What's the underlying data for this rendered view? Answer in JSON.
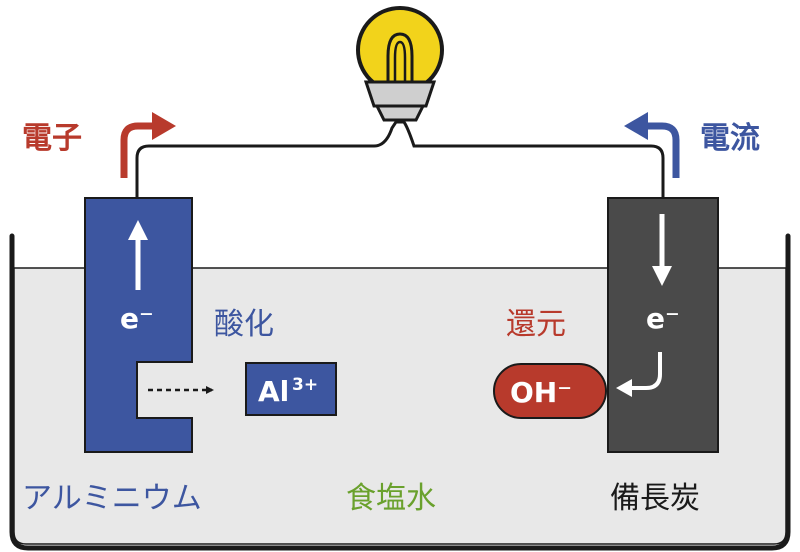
{
  "labels": {
    "electron_flow": "電子",
    "current_flow": "電流",
    "electron_left": "e⁻",
    "electron_right": "e⁻",
    "oxidation": "酸化",
    "reduction": "還元",
    "ion_al": "Al",
    "ion_al_charge": "3+",
    "ion_oh": "OH⁻",
    "aluminum": "アルミニウム",
    "salt_water": "食塩水",
    "charcoal": "備長炭"
  },
  "colors": {
    "red": "#b83a2c",
    "blue": "#3d56a0",
    "green": "#6aa12d",
    "dark": "#1a1a1a",
    "electrode_al": "#3d56a0",
    "electrode_carbon": "#4a4a4a",
    "water": "#e8e8e8",
    "bulb": "#f2d31b"
  },
  "icons": {
    "bulb": "light-bulb-icon",
    "arrow": "arrow-icon"
  }
}
